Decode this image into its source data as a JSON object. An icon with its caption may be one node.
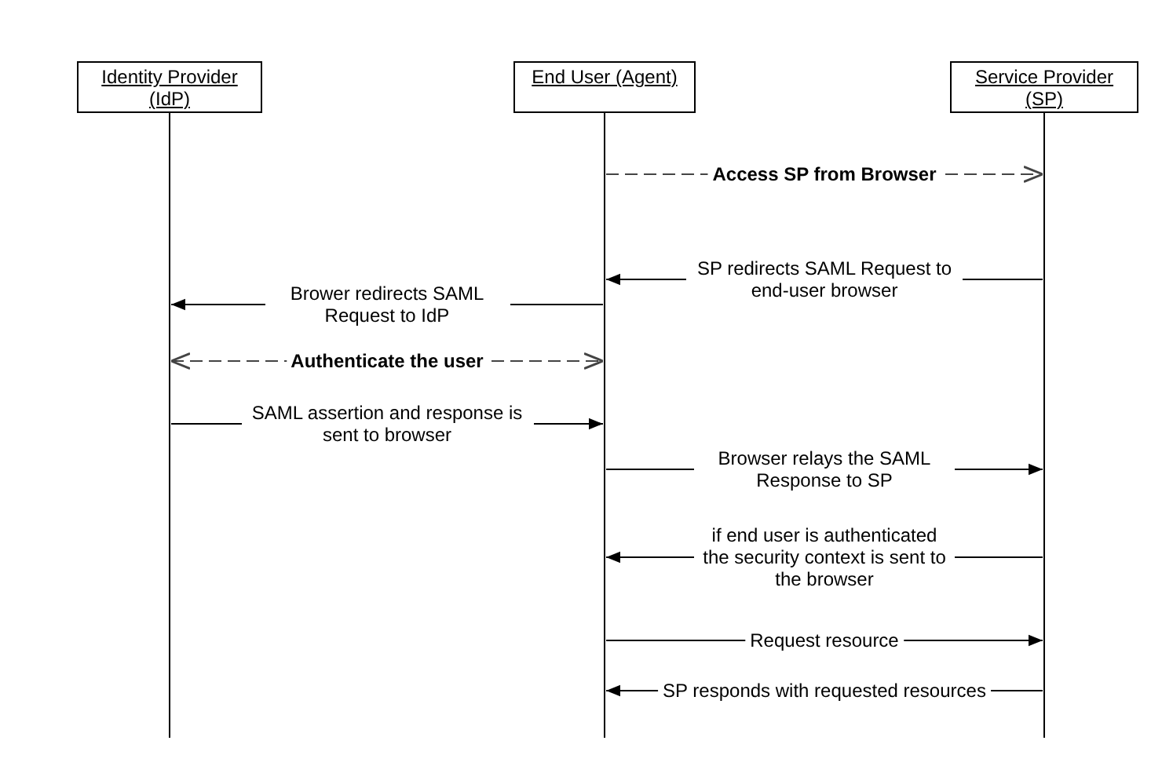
{
  "diagram": {
    "nodes": [
      {
        "text": [
          "Identity Provider (IdP)"
        ]
      },
      {
        "text": [
          "End User (Agent)"
        ]
      },
      {
        "text": [
          "Service Provider (SP)"
        ]
      }
    ],
    "edges": [
      {
        "from": 1,
        "to": 2,
        "arrow": "to",
        "label": "Access SP from Browser",
        "style": "dashed"
      },
      {
        "from": 2,
        "to": 1,
        "arrow": "to",
        "label": "SP redirects SAML Request to end-user browser"
      },
      {
        "from": 1,
        "to": 0,
        "arrow": "to",
        "label": "Brower redirects SAML Request to IdP"
      },
      {
        "from": 0,
        "to": 1,
        "arrow": "both",
        "label": "Authenticate the user",
        "style": "dashed"
      },
      {
        "from": 0,
        "to": 1,
        "arrow": "to",
        "label": "SAML assertion and response is sent to browser"
      },
      {
        "from": 1,
        "to": 2,
        "arrow": "to",
        "label": "Browser relays the SAML Response to SP"
      },
      {
        "from": 2,
        "to": 1,
        "arrow": "to",
        "label": "if end user is authenticated the security context is sent to the browser"
      },
      {
        "from": 1,
        "to": 2,
        "arrow": "to",
        "label": "Request resource"
      },
      {
        "from": 2,
        "to": 1,
        "arrow": "to",
        "label": "SP responds with requested resources"
      }
    ]
  }
}
